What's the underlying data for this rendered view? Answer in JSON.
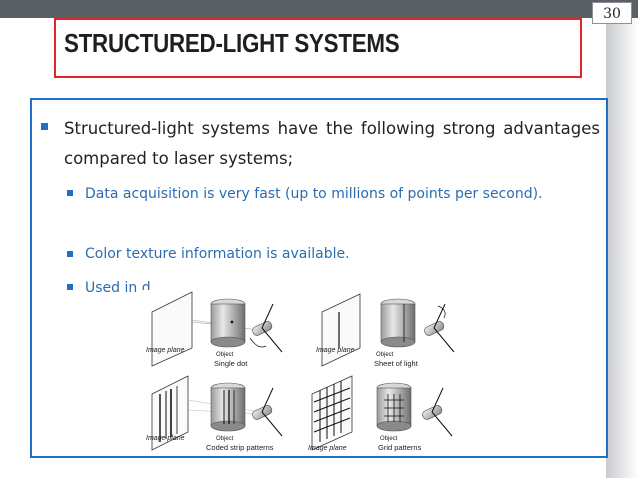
{
  "slide": {
    "page_number": "30",
    "title": "STRUCTURED-LIGHT SYSTEMS"
  },
  "content": {
    "bullet": "Structured-light systems have the following strong advantages compared to laser systems;",
    "sub_bullets": [
      "Data acquisition is very fast (up to millions of points per second).",
      "Color texture information is available.",
      "Used in d"
    ]
  },
  "figure": {
    "panels": [
      {
        "image_plane": "Image plane",
        "object": "Object",
        "pattern": "Single dot"
      },
      {
        "image_plane": "Image plane",
        "object": "Object",
        "pattern": "Sheet of light"
      },
      {
        "image_plane": "Image plane",
        "object": "Object",
        "pattern": "Coded strip patterns"
      },
      {
        "image_plane": "Image plane",
        "object": "Object",
        "pattern": "Grid patterns"
      }
    ]
  },
  "colors": {
    "title_frame": "#e4262b",
    "content_frame": "#1f6fc5",
    "sub_bullet_text": "#2b6cb0",
    "top_band": "#5b5f66"
  }
}
